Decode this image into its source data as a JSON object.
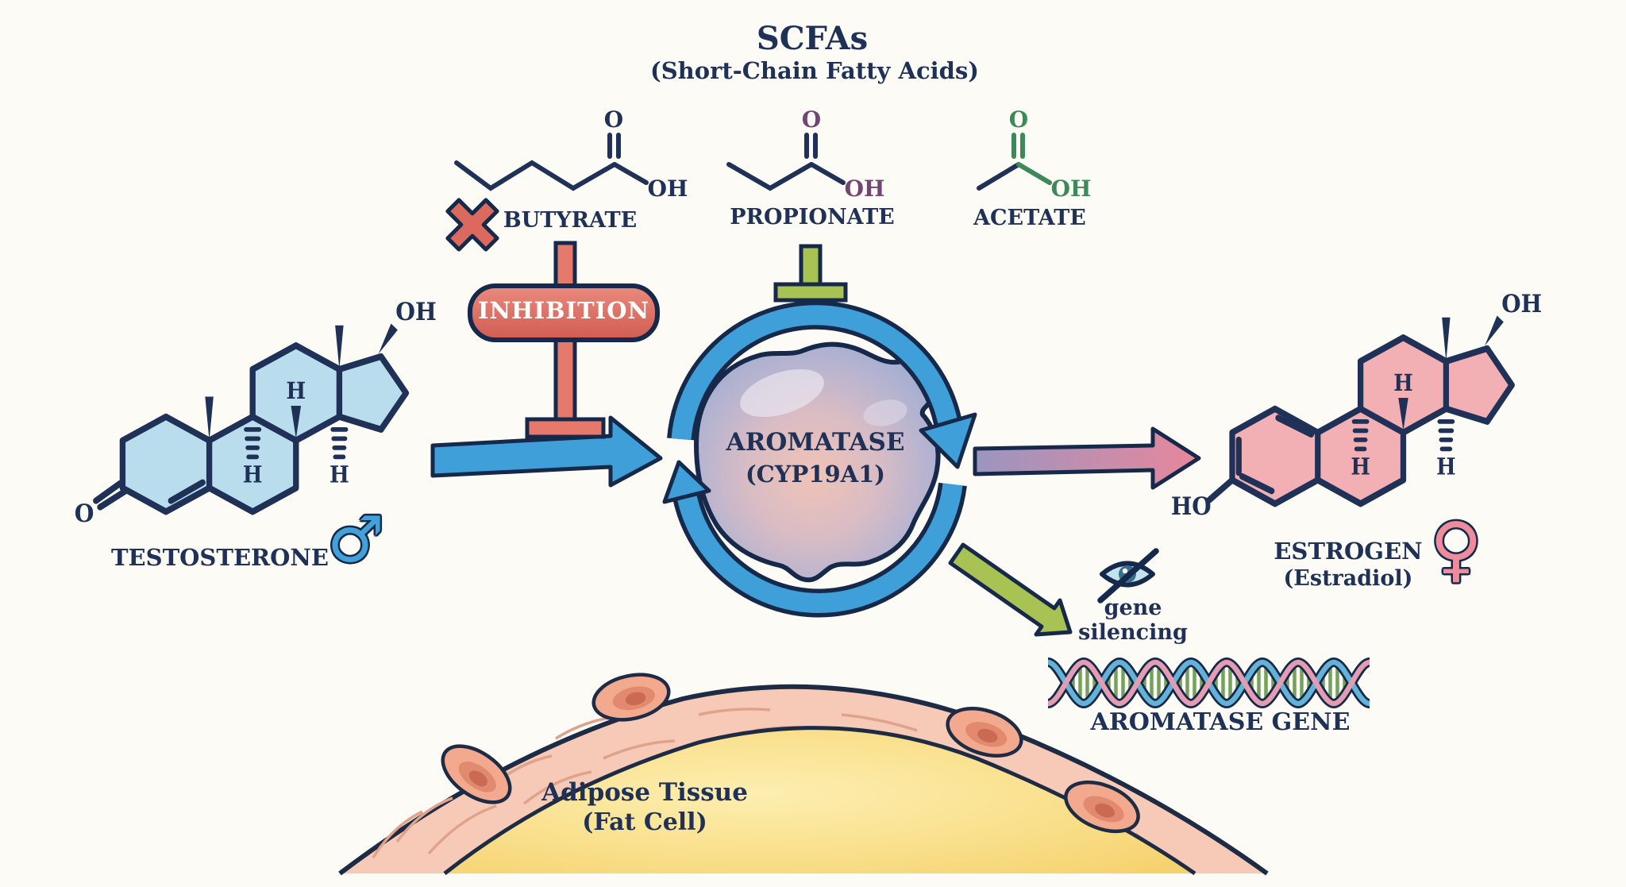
{
  "title": {
    "main": "SCFAs",
    "sub": "(Short-Chain Fatty Acids)"
  },
  "scfas": {
    "butyrate": {
      "label": "BUTYRATE",
      "o": "O",
      "oh": "OH"
    },
    "propionate": {
      "label": "PROPIONATE",
      "o": "O",
      "oh": "OH"
    },
    "acetate": {
      "label": "ACETATE",
      "o": "O",
      "oh": "OH"
    }
  },
  "inhibition_label": "INHIBITION",
  "enzyme": {
    "name": "AROMATASE",
    "gene_id": "(CYP19A1)"
  },
  "testosterone": {
    "label": "TESTOSTERONE",
    "symbol": "♂",
    "oh": "OH",
    "o": "O",
    "h": "H"
  },
  "estrogen": {
    "label": "ESTROGEN",
    "sublabel": "(Estradiol)",
    "symbol": "♀",
    "oh": "OH",
    "ho": "HO",
    "h": "H"
  },
  "gene_silencing": {
    "line1": "gene",
    "line2": "silencing"
  },
  "aromatase_gene_label": "AROMATASE GENE",
  "adipose": {
    "line1": "Adipose Tissue",
    "line2": "(Fat Cell)"
  },
  "colors": {
    "navy": "#1f3156",
    "outline": "#16294a",
    "blue_arrow": "#3f9fd8",
    "steroid_blue": "#b9dded",
    "steroid_pink": "#f2b0b4",
    "red": "#dc695e",
    "green": "#a9c254",
    "acetate_green": "#3d8a58",
    "propionate_purple": "#714672",
    "adipose_pink": "#f6cab6",
    "fat_yellow": "#f7d878",
    "dna_blue": "#64b2d8",
    "dna_pink": "#e39cb0",
    "dna_rung_green": "#74a25c"
  }
}
